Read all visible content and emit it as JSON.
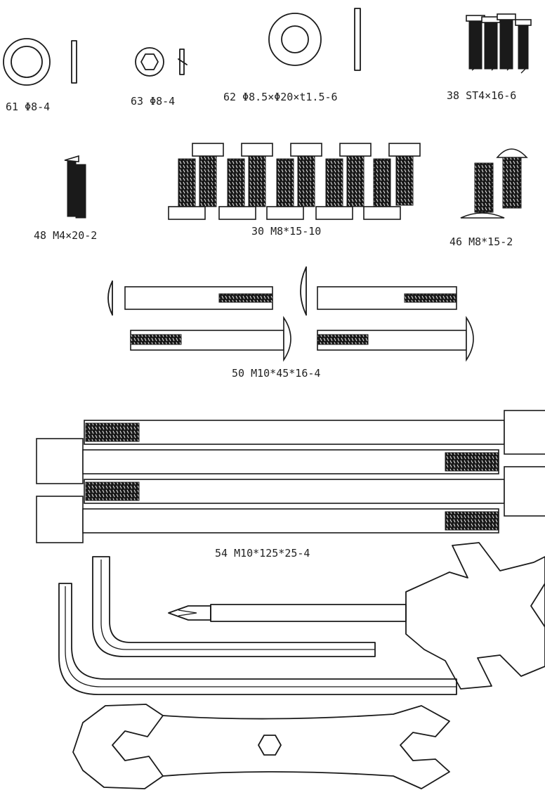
{
  "parts": [
    {
      "id": "p61",
      "label": "61 Φ8-4"
    },
    {
      "id": "p63",
      "label": "63 Φ8-4"
    },
    {
      "id": "p62",
      "label": "62 Φ8.5×Φ20×t1.5-6"
    },
    {
      "id": "p38",
      "label": "38 ST4×16-6"
    },
    {
      "id": "p48",
      "label": "48 M4×20-2"
    },
    {
      "id": "p30",
      "label": "30 M8*15-10"
    },
    {
      "id": "p46",
      "label": "46 M8*15-2"
    },
    {
      "id": "p50",
      "label": "50 M10*45*16-4"
    },
    {
      "id": "p54",
      "label": "54 M10*125*25-4"
    }
  ],
  "icons": {
    "flat_washer": "flat-washer-icon",
    "spring_washer": "spring-washer-icon",
    "large_washer": "large-washer-icon",
    "self_tapping_screw": "self-tapping-screw-icon",
    "machine_screw": "machine-screw-icon",
    "hex_bolt": "hex-bolt-icon",
    "button_head_bolt": "button-head-bolt-icon",
    "long_bolt": "long-bolt-icon",
    "socket_head_bolt": "socket-head-bolt-icon",
    "allen_key": "allen-key-icon",
    "screwdriver": "screwdriver-icon",
    "multi_wrench": "multi-wrench-icon",
    "open_end_wrench": "open-end-wrench-icon"
  },
  "colors": {
    "line": "#1a1a1a",
    "background": "#ffffff",
    "label": "#222222"
  }
}
